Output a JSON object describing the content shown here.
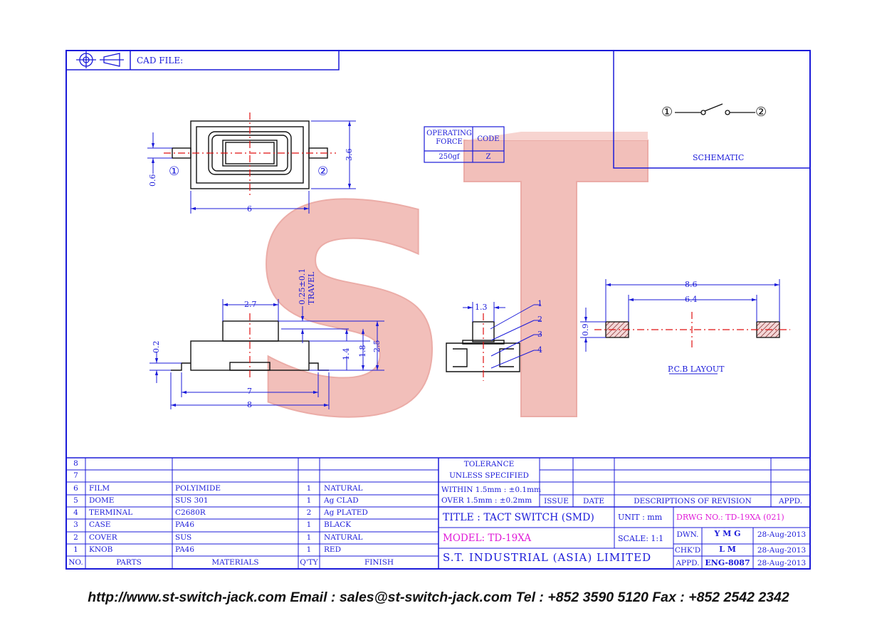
{
  "header": {
    "cad_file_label": "CAD FILE:"
  },
  "watermark": {
    "text": "ST",
    "color": "#f2b6b0"
  },
  "colors": {
    "line": "#1b1bd9",
    "center_line": "#e01010",
    "magenta": "#e01ad8"
  },
  "dimensions": {
    "top_width": "6",
    "top_height": "3.6",
    "top_pin": "0.6",
    "pin1": "①",
    "pin2": "②",
    "side_knob": "2.7",
    "side_travel_a": "0.25±0.1",
    "side_travel_b": "TRAVEL",
    "side_02": "0.2",
    "side_14": "1.4",
    "side_18": "1.8",
    "side_25": "2.5",
    "side_7": "7",
    "side_8": "8",
    "section_13": "1.3",
    "callout_1": "1",
    "callout_2": "2",
    "callout_3": "3",
    "callout_4": "4",
    "pcb_86": "8.6",
    "pcb_64": "6.4",
    "pcb_09": "0.9",
    "pcb_layout_label": "P.C.B LAYOUT"
  },
  "force_table": {
    "h1a": "OPERATING",
    "h1b": "FORCE",
    "h2": "CODE",
    "v1": "250gf",
    "v2": "Z"
  },
  "schematic": {
    "label": "SCHEMATIC",
    "p1": "①",
    "p2": "②"
  },
  "bom": {
    "rows": [
      {
        "no": "8",
        "part": "",
        "material": "",
        "qty": "",
        "finish": ""
      },
      {
        "no": "7",
        "part": "",
        "material": "",
        "qty": "",
        "finish": ""
      },
      {
        "no": "6",
        "part": "FILM",
        "material": "POLYIMIDE",
        "qty": "1",
        "finish": "NATURAL"
      },
      {
        "no": "5",
        "part": "DOME",
        "material": "SUS 301",
        "qty": "1",
        "finish": "Ag CLAD"
      },
      {
        "no": "4",
        "part": "TERMINAL",
        "material": "C2680R",
        "qty": "2",
        "finish": "Ag PLATED"
      },
      {
        "no": "3",
        "part": "CASE",
        "material": "PA46",
        "qty": "1",
        "finish": "BLACK"
      },
      {
        "no": "2",
        "part": "COVER",
        "material": "SUS",
        "qty": "1",
        "finish": "NATURAL"
      },
      {
        "no": "1",
        "part": "KNOB",
        "material": "PA46",
        "qty": "1",
        "finish": "RED"
      }
    ],
    "headers": {
      "no": "NO.",
      "parts": "PARTS",
      "materials": "MATERIALS",
      "qty": "Q'TY",
      "finish": "FINISH"
    }
  },
  "tolerance": {
    "l1": "TOLERANCE",
    "l2": "UNLESS   SPECIFIED",
    "l3": "WITHIN  1.5mm : ±0.1mm",
    "l4": "OVER    1.5mm : ±0.2mm"
  },
  "revision": {
    "issue": "ISSUE",
    "date": "DATE",
    "desc": "DESCRIPTIONS  OF  REVISION",
    "appd": "APPD."
  },
  "title_block": {
    "title": "TITLE : TACT SWITCH (SMD)",
    "unit_label": "UNIT :   mm",
    "drwg": "DRWG NO.: TD-19XA (021)",
    "model": "MODEL: TD-19XA",
    "scale": "SCALE:   1:1",
    "company": "S.T.  INDUSTRIAL  (ASIA)  LIMITED",
    "dwn_label": "DWN.",
    "dwn": "Y M G",
    "dwn_date": "28-Aug-2013",
    "chkd_label": "CHK'D",
    "chkd": "L M",
    "chkd_date": "28-Aug-2013",
    "appd_label": "APPD.",
    "appd": "ENG-8087",
    "appd_date": "28-Aug-2013"
  },
  "footer": "http://www.st-switch-jack.com  Email : sales@st-switch-jack.com  Tel : +852 3590 5120  Fax : +852 2542 2342"
}
